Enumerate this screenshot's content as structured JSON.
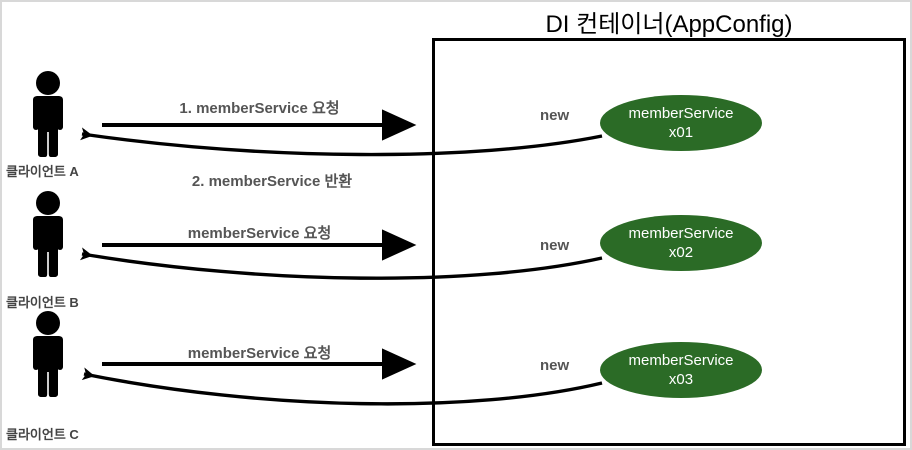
{
  "container": {
    "title": "DI 컨테이너(AppConfig)",
    "border_color": "#000000"
  },
  "colors": {
    "bean_green": "#2b6b26",
    "label_gray": "#555555",
    "client_gray": "#444444",
    "frame_gray": "#d8d8d8"
  },
  "rows": [
    {
      "client_label": "클라이언트 A",
      "request_label": "1. memberService 요청",
      "return_label": "2. memberService 반환",
      "new_label": "new",
      "bean_name": "memberService",
      "bean_instance": "x01"
    },
    {
      "client_label": "클라이언트 B",
      "request_label": "memberService 요청",
      "return_label": "",
      "new_label": "new",
      "bean_name": "memberService",
      "bean_instance": "x02"
    },
    {
      "client_label": "클라이언트 C",
      "request_label": "memberService 요청",
      "return_label": "",
      "new_label": "new",
      "bean_name": "memberService",
      "bean_instance": "x03"
    }
  ]
}
